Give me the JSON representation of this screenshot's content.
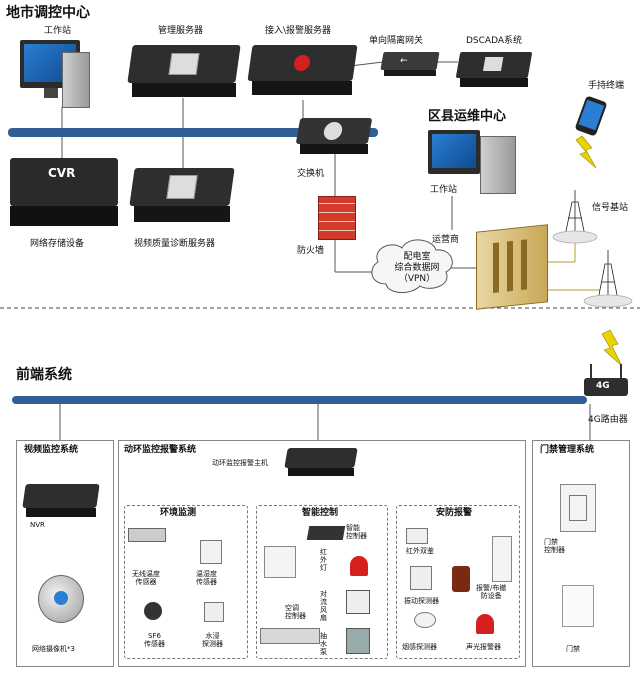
{
  "top": {
    "title": "地市调控中心",
    "labels": {
      "workstation": "工作站",
      "mgmt_server": "管理服务器",
      "access_server": "接入\\报警服务器",
      "gateway": "单向隔离网关",
      "dscada": "DSCADA系统",
      "switch": "交换机",
      "firewall": "防火墙",
      "storage": "网络存储设备",
      "diag_server": "视频质量诊断服务器",
      "cvr": "CVR",
      "county": "区县运维中心",
      "county_ws": "工作站",
      "operator": "运营商",
      "network": "配电室\n综合数据网\n（VPN）",
      "handheld": "手持终端",
      "base_station": "信号基站"
    }
  },
  "bottom": {
    "title": "前端系统",
    "router": "4G路由器",
    "router_tag": "4G",
    "video": {
      "title": "视频监控系统",
      "nvr": "NVR",
      "camera": "网络摄像机*3"
    },
    "env": {
      "title": "动环监控报警系统",
      "host": "动环监控报警主机",
      "monitor": {
        "title": "环境监测",
        "items": [
          "无线温度\n传感器",
          "温湿度\n传感器",
          "SF6\n传感器",
          "水浸\n探测器"
        ]
      },
      "control": {
        "title": "智能控制",
        "items": [
          "智能\n控制器",
          "红\n外\n灯",
          "空调\n控制器",
          "对\n流\n风\n扇",
          "抽\n水\n泵"
        ]
      },
      "security": {
        "title": "安防报警",
        "items": [
          "红外双鉴",
          "振动探测器",
          "报警/布撤\n防设备",
          "烟感探测器",
          "声光报警器"
        ]
      }
    },
    "access": {
      "title": "门禁管理系统",
      "controller": "门禁\n控制器",
      "reader": "门禁"
    }
  }
}
